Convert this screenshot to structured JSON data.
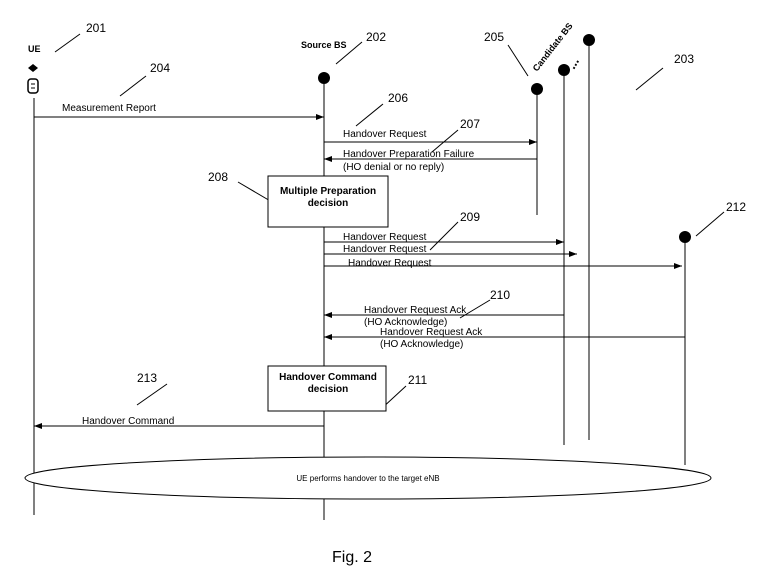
{
  "participants": {
    "ue": "UE",
    "source_bs": "Source BS",
    "candidate_bs": "Candidate BS"
  },
  "refs": {
    "r201": "201",
    "r202": "202",
    "r203": "203",
    "r204": "204",
    "r205": "205",
    "r206": "206",
    "r207": "207",
    "r208": "208",
    "r209": "209",
    "r210": "210",
    "r211": "211",
    "r212": "212",
    "r213": "213"
  },
  "messages": {
    "measurement_report": "Measurement Report",
    "handover_request_1": "Handover Request",
    "prep_failure_line1": "Handover Preparation Failure",
    "prep_failure_line2": "(HO denial or no reply)",
    "handover_request_2": "Handover Request",
    "handover_request_3": "Handover Request",
    "handover_request_4": "Handover Request",
    "ack1_line1": "Handover Request Ack",
    "ack1_line2": "(HO Acknowledge)",
    "ack2_line1": "Handover Request Ack",
    "ack2_line2": "(HO Acknowledge)",
    "handover_command": "Handover Command"
  },
  "boxes": {
    "multiple_prep_line1": "Multiple Preparation",
    "multiple_prep_line2": "decision",
    "ho_command_line1": "Handover Command",
    "ho_command_line2": "decision"
  },
  "ellipse_text": "UE performs handover to the target eNB",
  "caption": "Fig. 2",
  "ellipsis": "..."
}
